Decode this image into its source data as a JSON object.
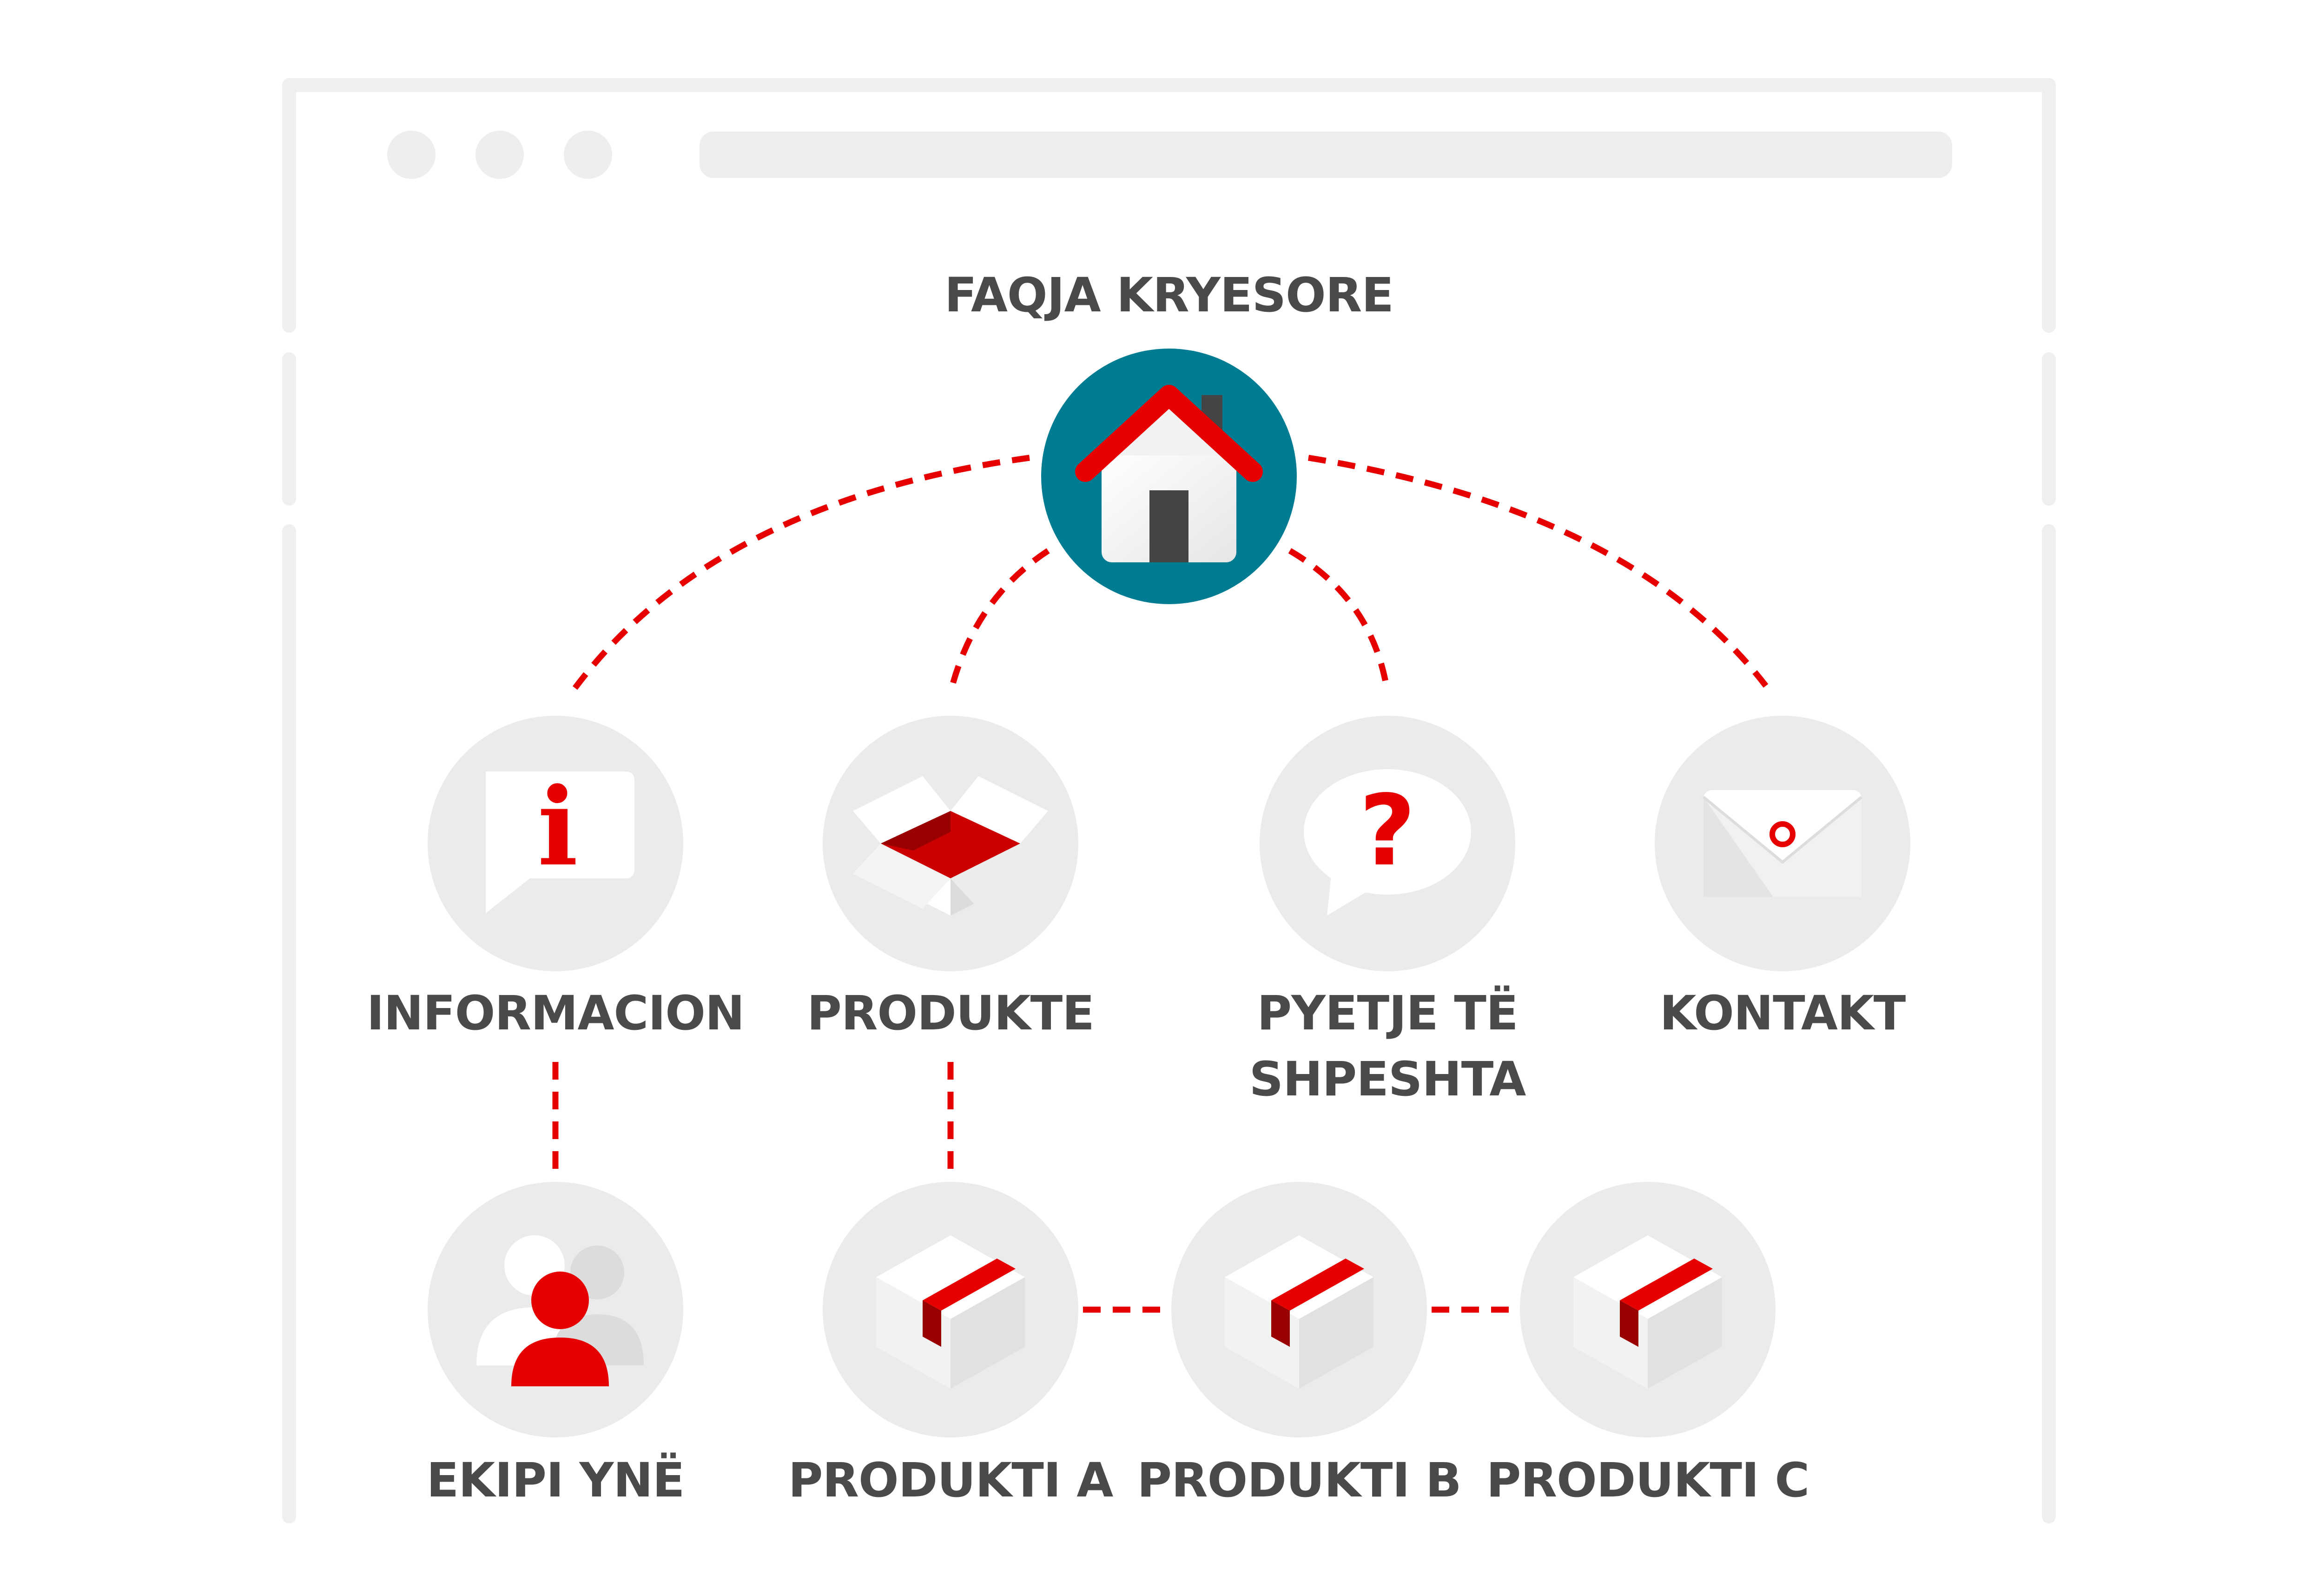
{
  "diagram": {
    "root": {
      "label": "FAQJA KRYESORE",
      "icon": "home-icon"
    },
    "nodes": [
      {
        "id": "informacion",
        "label_lines": [
          "INFORMACION"
        ],
        "icon": "info-icon"
      },
      {
        "id": "produkte",
        "label_lines": [
          "PRODUKTE"
        ],
        "icon": "open-box-icon"
      },
      {
        "id": "pyetje",
        "label_lines": [
          "PYETJE TË",
          "SHPESHTA"
        ],
        "icon": "question-bubble-icon"
      },
      {
        "id": "kontakt",
        "label_lines": [
          "KONTAKT"
        ],
        "icon": "envelope-icon"
      },
      {
        "id": "ekipi",
        "label_lines": [
          "EKIPI YNË"
        ],
        "icon": "team-icon"
      },
      {
        "id": "produkti-a",
        "label_lines": [
          "PRODUKTI A"
        ],
        "icon": "box-icon"
      },
      {
        "id": "produkti-b",
        "label_lines": [
          "PRODUKTI B"
        ],
        "icon": "box-icon"
      },
      {
        "id": "produkti-c",
        "label_lines": [
          "PRODUKTI C"
        ],
        "icon": "box-icon"
      }
    ]
  },
  "colors": {
    "accent_red": "#e60000",
    "home_teal": "#007c92",
    "node_gray": "#ebebeb",
    "text_dark": "#4a4a4a",
    "frame_gray": "#efefef"
  }
}
